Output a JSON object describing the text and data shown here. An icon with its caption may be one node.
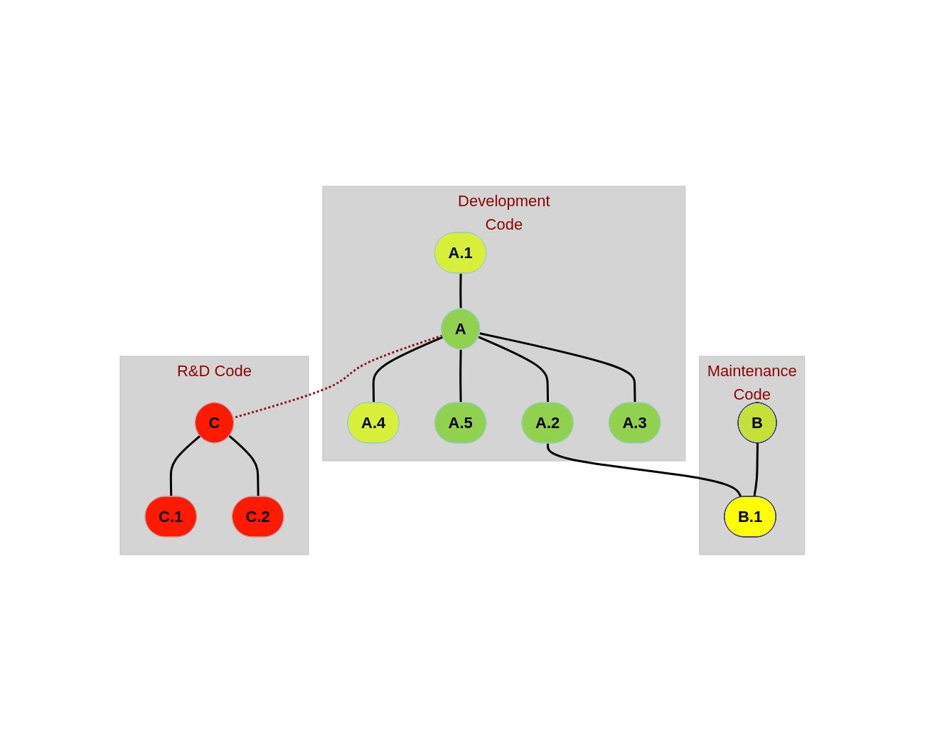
{
  "diagram": {
    "nodes": [
      {
        "text": [
          "Development Code"
        ]
      },
      {
        "text": [
          "A.1"
        ],
        "in": 0
      },
      {
        "text": [
          "A.4"
        ],
        "in": 0
      },
      {
        "text": [
          "A"
        ],
        "in": 0
      },
      {
        "text": [
          "A.5"
        ],
        "in": 0
      },
      {
        "text": [
          "A.2"
        ],
        "in": 0
      },
      {
        "text": [
          "A.3"
        ],
        "in": 0
      },
      {
        "text": [
          "Maintenance Code"
        ]
      },
      {
        "text": [
          "B"
        ],
        "in": 7
      },
      {
        "text": [
          "B.1"
        ],
        "in": 7
      },
      {
        "text": [
          "R&D Code"
        ]
      },
      {
        "text": [
          "C"
        ],
        "in": 10
      },
      {
        "text": [
          "C.1"
        ],
        "in": 10
      },
      {
        "text": [
          "C.2"
        ],
        "in": 10
      }
    ],
    "edges": [
      {
        "from": 1,
        "to": 3,
        "arrow": "none"
      },
      {
        "from": 3,
        "to": 2,
        "arrow": "none"
      },
      {
        "from": 3,
        "to": 4,
        "arrow": "none"
      },
      {
        "from": 3,
        "to": 5,
        "arrow": "none"
      },
      {
        "from": 3,
        "to": 6,
        "arrow": "none"
      },
      {
        "from": 5,
        "to": 9,
        "arrow": "none"
      },
      {
        "from": 8,
        "to": 9,
        "arrow": "none"
      },
      {
        "from": 3,
        "to": 11,
        "arrow": "none",
        "style": "dashed",
        "color": "#8b1a1a"
      },
      {
        "from": 11,
        "to": 12,
        "arrow": "none"
      },
      {
        "from": 11,
        "to": 13,
        "arrow": "none"
      }
    ]
  }
}
